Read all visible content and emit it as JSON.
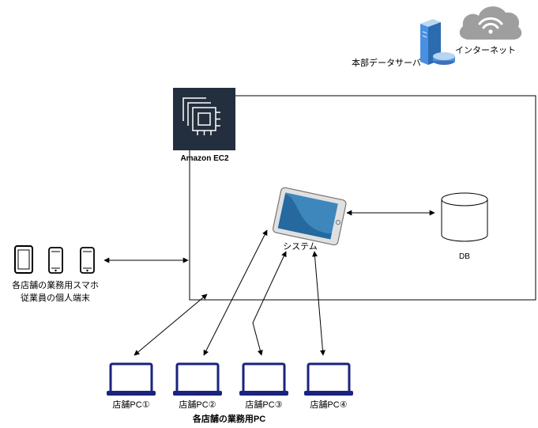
{
  "labels": {
    "internet": "インターネット",
    "hq_server": "本部データサーバ",
    "ec2": "Amazon EC2",
    "system": "システム",
    "db": "DB",
    "mobile_line1": "各店舗の業務用スマホ",
    "mobile_line2": "従業員の個人端末",
    "pc1": "店舗PC①",
    "pc2": "店舗PC②",
    "pc3": "店舗PC③",
    "pc4": "店舗PC④",
    "pcs_group": "各店舗の業務用PC"
  },
  "colors": {
    "ec2_tile": "#232f3e",
    "laptop": "#1a237e",
    "tablet_screen": "#3d87bd",
    "server_blue": "#4a90e2",
    "cloud": "#9e9e9e",
    "line": "#000000"
  },
  "icons": {
    "internet": "cloud-wifi-icon",
    "hq_server": "server-icon",
    "ec2": "ec2-chip-icon",
    "system": "tablet-icon",
    "db": "database-cylinder-icon",
    "mobile": "smartphone-icon",
    "pc": "laptop-icon"
  }
}
